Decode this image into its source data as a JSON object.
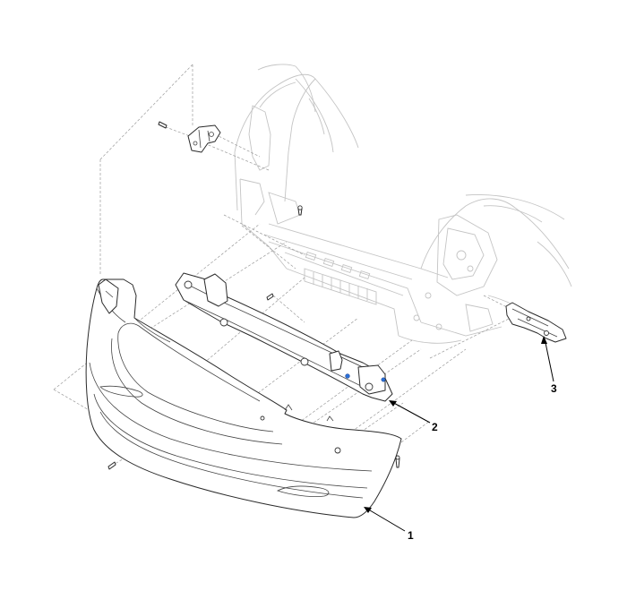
{
  "callouts": {
    "one": "1",
    "two": "2",
    "three": "3"
  },
  "colors": {
    "outline": "#2a2a2a",
    "body_lines": "#c4c4c4",
    "fastener_highlight": "#2a6fd6"
  }
}
